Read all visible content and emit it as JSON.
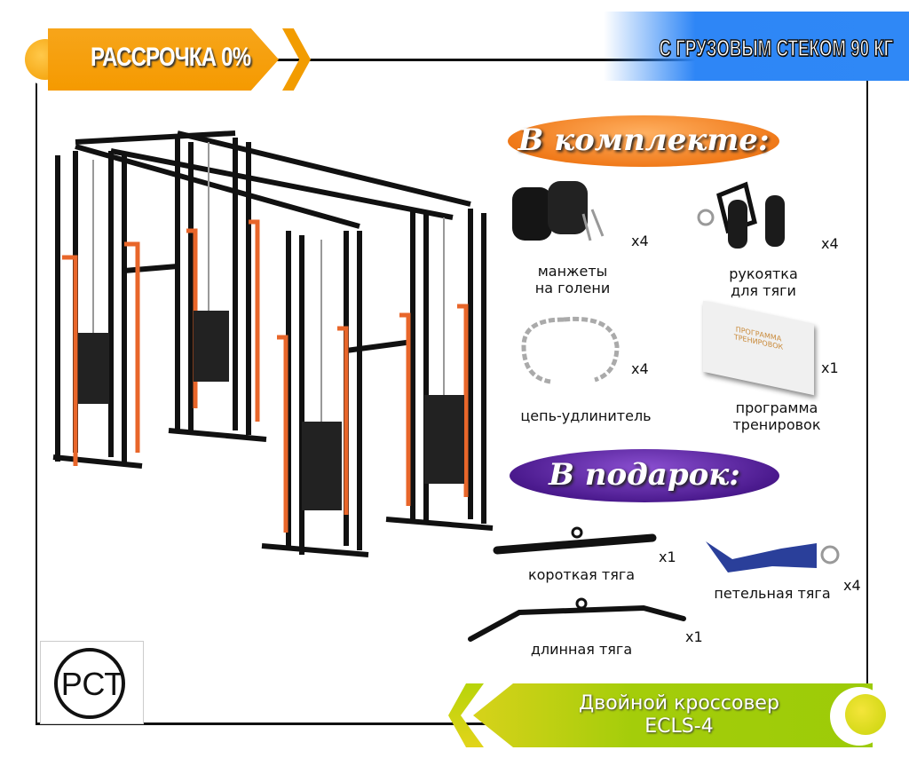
{
  "promo": {
    "installment": "РАССРОЧКА 0%",
    "weight_stack": "С ГРУЗОВЫМ СТЕКОМ 90 КГ"
  },
  "included": {
    "title": "В комплекте:",
    "items": [
      {
        "label": "манжеты на голени",
        "line1": "манжеты",
        "line2": "на голени",
        "qty": "x4"
      },
      {
        "label": "рукоятка для тяги",
        "line1": "рукоятка",
        "line2": "для тяги",
        "qty": "x4"
      },
      {
        "label": "цепь-удлинитель",
        "line1": "цепь-удлинитель",
        "line2": "",
        "qty": "x4"
      },
      {
        "label": "программа тренировок",
        "line1": "программа",
        "line2": "тренировок",
        "qty": "x1",
        "book_text": "ПРОГРАММА ТРЕНИРОВОК"
      }
    ]
  },
  "gift": {
    "title": "В подарок:",
    "items": [
      {
        "label": "короткая тяга",
        "qty": "x1"
      },
      {
        "label": "петельная тяга",
        "qty": "x4"
      },
      {
        "label": "длинная тяга",
        "qty": "x1"
      }
    ]
  },
  "product": {
    "name": "Двойной кроссовер",
    "model": "ECLS-4"
  },
  "certification": {
    "mark": "РСТ"
  },
  "colors": {
    "orange": "#f59a00",
    "blue": "#2e86f6",
    "green": "#9ccb08",
    "purple": "#4b1a8e",
    "frame_orange": "#e8662a"
  }
}
